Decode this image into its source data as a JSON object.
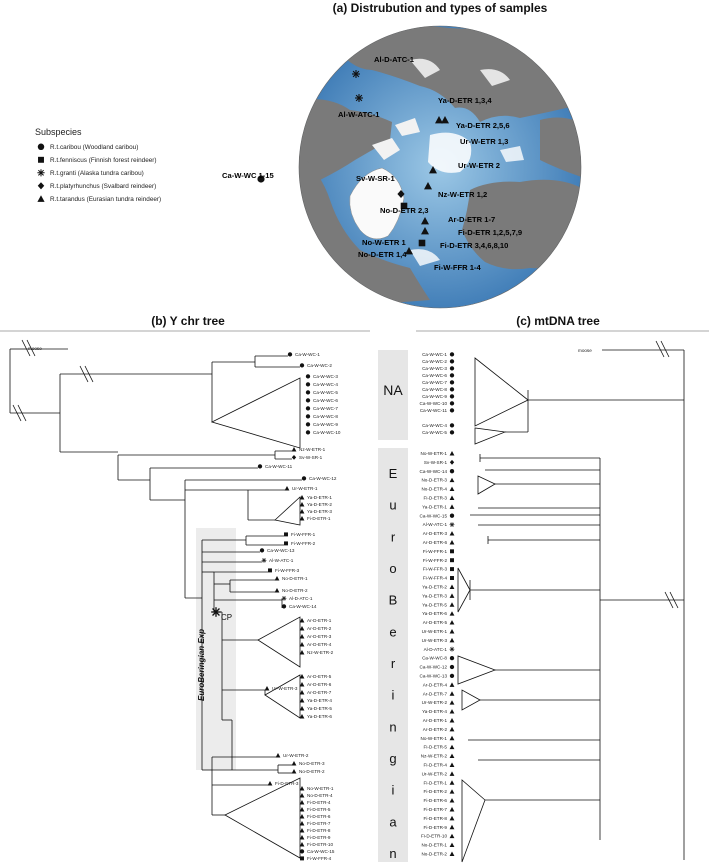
{
  "titles": {
    "a": "(a) Distrubution and types of samples",
    "b": "(b) Y chr tree",
    "c": "(c) mtDNA tree"
  },
  "legend": {
    "title": "Subspecies",
    "items": [
      {
        "symbol": "circle",
        "label": "R.t.caribou (Woodland caribou)"
      },
      {
        "symbol": "square",
        "label": "R.t.fenniscus (Finnish forest reindeer)"
      },
      {
        "symbol": "star",
        "label": "R.t.granti (Alaska tundra caribou)"
      },
      {
        "symbol": "diamond",
        "label": "R.t.platyrhunchus (Svalbard reindeer)"
      },
      {
        "symbol": "triangle",
        "label": "R.t.tarandus (Eurasian tundra reindeer)"
      }
    ]
  },
  "map_labels": [
    "Al-D-ATC-1",
    "Al-W-ATC-1",
    "Ya-D-ETR 1,3,4",
    "Ya-D-ETR 2,5,6",
    "Ur-W-ETR 1,3",
    "Ur-W-ETR 2",
    "Ca-W-WC 1-15",
    "Sv-W-SR-1",
    "No-D-ETR 2,3",
    "Nz-W-ETR 1,2",
    "Ar-D-ETR 1-7",
    "Fi-D-ETR 1,2,5,7,9",
    "No-W-ETR 1",
    "Fi-D-ETR 3,4,6,8,10",
    "No-D-ETR 1,4",
    "Fi-W-FFR 1-4"
  ],
  "middle": {
    "na": "NA",
    "euro_letters": [
      "E",
      "u",
      "r",
      "o",
      "B",
      "e",
      "r",
      "i",
      "n",
      "g",
      "i",
      "a",
      "n"
    ]
  },
  "y_tree": {
    "outgroup": "moose",
    "clade_label": "EuroBeringian Exp",
    "cp_label": "CP",
    "leaves_top": [
      {
        "label": "Ca-W-WC-1",
        "sym": "circle"
      },
      {
        "label": "Ca-W-WC-2",
        "sym": "circle"
      },
      {
        "label": "Ca-W-WC-3",
        "sym": "circle"
      },
      {
        "label": "Ca-W-WC-4",
        "sym": "circle"
      },
      {
        "label": "Ca-W-WC-5",
        "sym": "circle"
      },
      {
        "label": "Ca-W-WC-6",
        "sym": "circle"
      },
      {
        "label": "Ca-W-WC-7",
        "sym": "circle"
      },
      {
        "label": "Ca-W-WC-8",
        "sym": "circle"
      },
      {
        "label": "Ca-W-WC-9",
        "sym": "circle"
      },
      {
        "label": "Ca-W-WC-10",
        "sym": "circle"
      }
    ],
    "leaves_bottom": [
      {
        "label": "Nz-W-ETR-1",
        "sym": "triangle"
      },
      {
        "label": "Sv-W-SR-1",
        "sym": "diamond"
      },
      {
        "label": "Ca-W-WC-11",
        "sym": "circle"
      },
      {
        "label": "Ca-W-WC-12",
        "sym": "circle"
      },
      {
        "label": "Ur-W-ETR-1",
        "sym": "triangle"
      },
      {
        "label": "Ya-D-ETR-1",
        "sym": "triangle"
      },
      {
        "label": "Ya-D-ETR-2",
        "sym": "triangle"
      },
      {
        "label": "Ya-D-ETR-3",
        "sym": "triangle"
      },
      {
        "label": "Fi-D-ETR-1",
        "sym": "triangle"
      },
      {
        "label": "Fi-W-FFR-1",
        "sym": "square"
      },
      {
        "label": "Fi-W-FFR-2",
        "sym": "square"
      },
      {
        "label": "Ca-W-WC-13",
        "sym": "circle"
      },
      {
        "label": "Al-W-ATC-1",
        "sym": "star"
      },
      {
        "label": "Fi-W-FFR-3",
        "sym": "square"
      },
      {
        "label": "No-D-ETR-1",
        "sym": "triangle"
      },
      {
        "label": "No-D-ETR-2",
        "sym": "triangle"
      },
      {
        "label": "Al-D-ATC-1",
        "sym": "star"
      },
      {
        "label": "Ca-W-WC-14",
        "sym": "circle"
      },
      {
        "label": "Ar-D-ETR-1",
        "sym": "triangle"
      },
      {
        "label": "Ar-D-ETR-2",
        "sym": "triangle"
      },
      {
        "label": "Ar-D-ETR-3",
        "sym": "triangle"
      },
      {
        "label": "Ar-D-ETR-4",
        "sym": "triangle"
      },
      {
        "label": "Nz-W-ETR-2",
        "sym": "triangle"
      },
      {
        "label": "Ur-W-ETR-3",
        "sym": "triangle"
      },
      {
        "label": "Ar-D-ETR-5",
        "sym": "triangle"
      },
      {
        "label": "Ar-D-ETR-6",
        "sym": "triangle"
      },
      {
        "label": "Ar-D-ETR-7",
        "sym": "triangle"
      },
      {
        "label": "Ya-D-ETR-4",
        "sym": "triangle"
      },
      {
        "label": "Ya-D-ETR-5",
        "sym": "triangle"
      },
      {
        "label": "Ya-D-ETR-6",
        "sym": "triangle"
      },
      {
        "label": "Ur-W-ETR-2",
        "sym": "triangle"
      },
      {
        "label": "No-D-ETR-3",
        "sym": "triangle"
      },
      {
        "label": "No-D-ETR-2",
        "sym": "triangle"
      },
      {
        "label": "Fi-D-ETR-3",
        "sym": "triangle"
      },
      {
        "label": "No-W-ETR-1",
        "sym": "triangle"
      },
      {
        "label": "No-D-ETR-4",
        "sym": "triangle"
      },
      {
        "label": "Fi-D-ETR-4",
        "sym": "triangle"
      },
      {
        "label": "Fi-D-ETR-5",
        "sym": "triangle"
      },
      {
        "label": "Fi-D-ETR-6",
        "sym": "triangle"
      },
      {
        "label": "Fi-D-ETR-7",
        "sym": "triangle"
      },
      {
        "label": "Fi-D-ETR-8",
        "sym": "triangle"
      },
      {
        "label": "Fi-D-ETR-9",
        "sym": "triangle"
      },
      {
        "label": "Fi-D-ETR-10",
        "sym": "triangle"
      },
      {
        "label": "Ca-W-WC-15",
        "sym": "circle"
      },
      {
        "label": "Fi-W-FFR-4",
        "sym": "square"
      }
    ]
  },
  "mt_tree": {
    "outgroup": "moose",
    "leaves_top": [
      {
        "label": "Ca-W-WC-1",
        "sym": "circle"
      },
      {
        "label": "Ca-W-WC-2",
        "sym": "circle"
      },
      {
        "label": "Ca-W-WC-3",
        "sym": "circle"
      },
      {
        "label": "Ca-W-WC-6",
        "sym": "circle"
      },
      {
        "label": "Ca-W-WC-7",
        "sym": "circle"
      },
      {
        "label": "Ca-W-WC-8",
        "sym": "circle"
      },
      {
        "label": "Ca-W-WC-9",
        "sym": "circle"
      },
      {
        "label": "Ca-W-WC-10",
        "sym": "circle"
      },
      {
        "label": "Ca-W-WC-11",
        "sym": "circle"
      },
      {
        "label": "Ca-W-WC-4",
        "sym": "circle"
      },
      {
        "label": "Ca-W-WC-5",
        "sym": "circle"
      }
    ],
    "leaves_bottom": [
      {
        "label": "No-W-ETR-1",
        "sym": "triangle"
      },
      {
        "label": "Sv-W-SR-1",
        "sym": "diamond"
      },
      {
        "label": "Ca-W-WC-14",
        "sym": "circle"
      },
      {
        "label": "No-D-ETR-3",
        "sym": "triangle"
      },
      {
        "label": "No-D-ETR-4",
        "sym": "triangle"
      },
      {
        "label": "Fi-D-ETR-3",
        "sym": "triangle"
      },
      {
        "label": "Ya-D-ETR-1",
        "sym": "triangle"
      },
      {
        "label": "Ca-W-WC-15",
        "sym": "circle"
      },
      {
        "label": "Al-W-ATC-1",
        "sym": "star"
      },
      {
        "label": "Ar-D-ETR-3",
        "sym": "triangle"
      },
      {
        "label": "Ar-D-ETR-6",
        "sym": "triangle"
      },
      {
        "label": "Fi-W-FFR-1",
        "sym": "square"
      },
      {
        "label": "Fi-W-FFR-2",
        "sym": "square"
      },
      {
        "label": "Fi-W-FFR-3",
        "sym": "square"
      },
      {
        "label": "Fi-W-FFR-4",
        "sym": "square"
      },
      {
        "label": "Ya-D-ETR-2",
        "sym": "triangle"
      },
      {
        "label": "Ya-D-ETR-3",
        "sym": "triangle"
      },
      {
        "label": "Ya-D-ETR-5",
        "sym": "triangle"
      },
      {
        "label": "Ya-D-ETR-6",
        "sym": "triangle"
      },
      {
        "label": "Ar-D-ETR-5",
        "sym": "triangle"
      },
      {
        "label": "Ur-W-ETR-1",
        "sym": "triangle"
      },
      {
        "label": "Ur-W-ETR-3",
        "sym": "triangle"
      },
      {
        "label": "Al-D-ATC-1",
        "sym": "star"
      },
      {
        "label": "Ca-W-WC-8",
        "sym": "circle"
      },
      {
        "label": "Ca-W-WC-12",
        "sym": "circle"
      },
      {
        "label": "Ca-W-WC-13",
        "sym": "circle"
      },
      {
        "label": "Ar-D-ETR-4",
        "sym": "triangle"
      },
      {
        "label": "Ar-D-ETR-7",
        "sym": "triangle"
      },
      {
        "label": "Ur-W-ETR-2",
        "sym": "triangle"
      },
      {
        "label": "Ya-D-ETR-4",
        "sym": "triangle"
      },
      {
        "label": "Ar-D-ETR-1",
        "sym": "triangle"
      },
      {
        "label": "Ar-D-ETR-2",
        "sym": "triangle"
      },
      {
        "label": "No-W-ETR-1",
        "sym": "triangle"
      },
      {
        "label": "Fi-D-ETR-5",
        "sym": "triangle"
      },
      {
        "label": "Nz-W-ETR-2",
        "sym": "triangle"
      },
      {
        "label": "Fi-D-ETR-4",
        "sym": "triangle"
      },
      {
        "label": "Ur-W-ETR-2",
        "sym": "triangle"
      },
      {
        "label": "Fi-D-ETR-1",
        "sym": "triangle"
      },
      {
        "label": "Fi-D-ETR-2",
        "sym": "triangle"
      },
      {
        "label": "Fi-D-ETR-6",
        "sym": "triangle"
      },
      {
        "label": "Fi-D-ETR-7",
        "sym": "triangle"
      },
      {
        "label": "Fi-D-ETR-8",
        "sym": "triangle"
      },
      {
        "label": "Fi-D-ETR-9",
        "sym": "triangle"
      },
      {
        "label": "Fi-D-ETR-10",
        "sym": "triangle"
      },
      {
        "label": "No-D-ETR-1",
        "sym": "triangle"
      },
      {
        "label": "No-D-ETR-2",
        "sym": "triangle"
      }
    ]
  },
  "colors": {
    "ocean_deep": "#3f7fb8",
    "ocean_light": "#8fc0e0",
    "land": "#7a7a7a",
    "ice": "#ffffff",
    "panel_bg": "#e6e6e6"
  }
}
